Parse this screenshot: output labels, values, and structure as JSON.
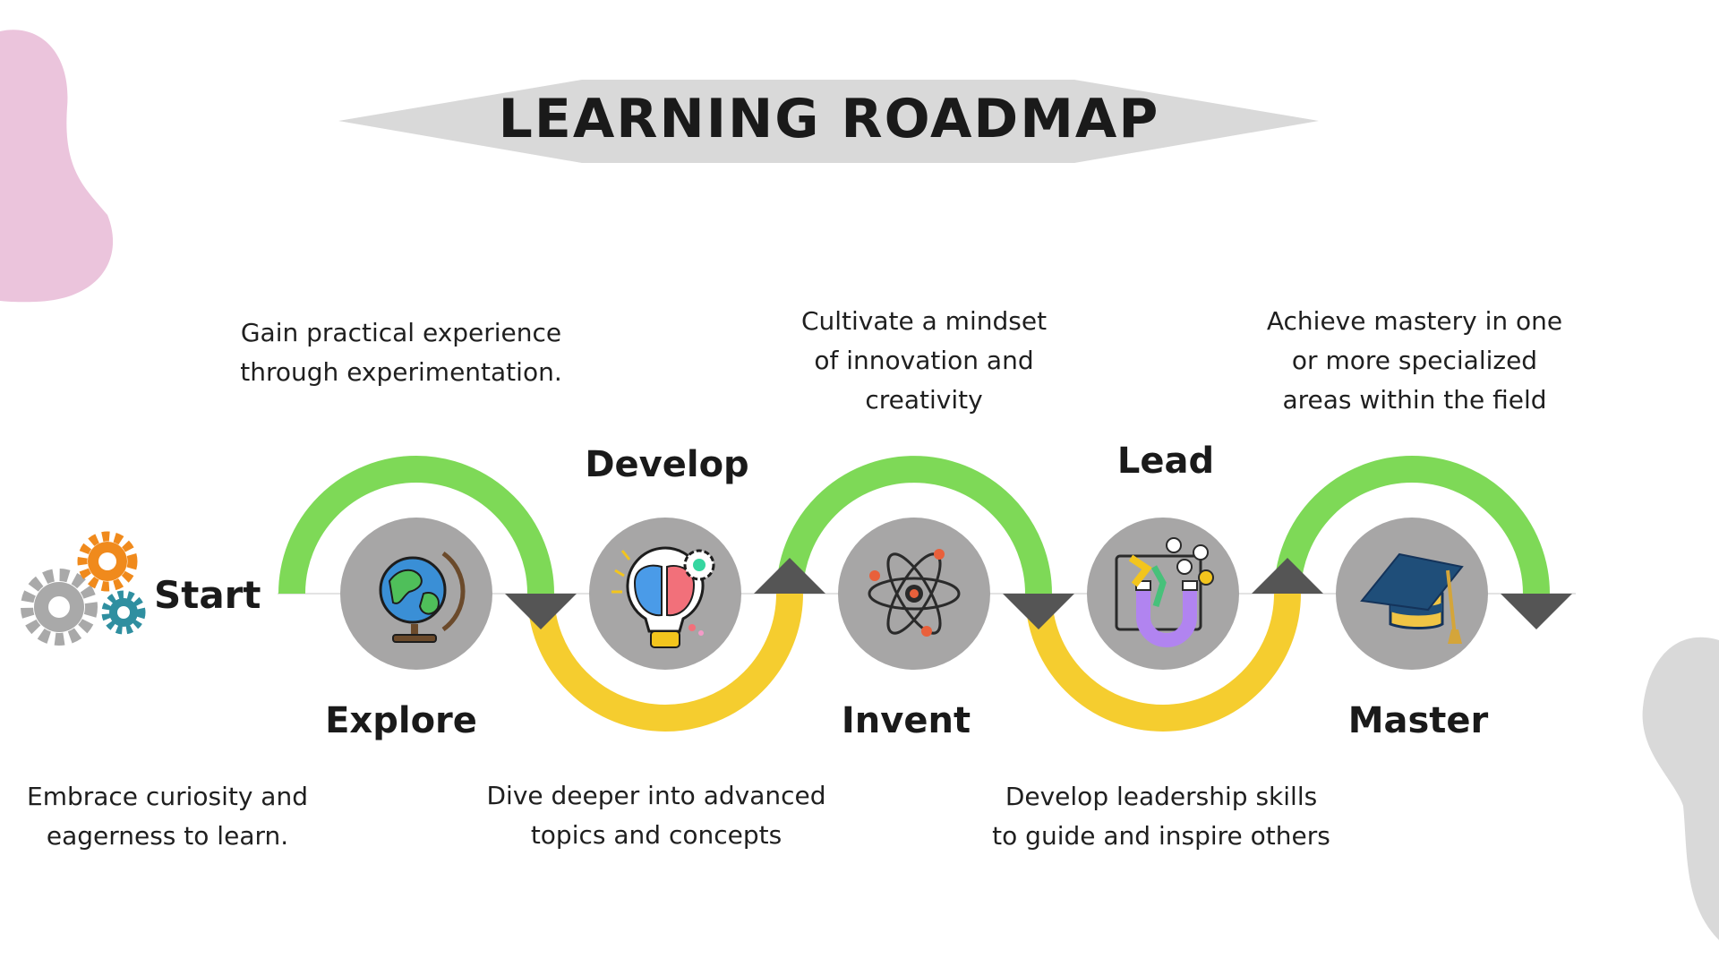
{
  "title": "LEARNING ROADMAP",
  "start": {
    "label": "Start",
    "icon": "gears-icon"
  },
  "colors": {
    "upper_arc": "#7ed957",
    "lower_arc": "#f5cd2f",
    "circle": "#a7a6a6",
    "arrow": "#555555",
    "banner": "#d9d9d9",
    "blob_pink": "#ebc4dc",
    "blob_gray": "#d9d9d9"
  },
  "stages": [
    {
      "label": "Explore",
      "icon": "globe-icon",
      "description": [
        "Embrace curiosity and",
        "eagerness to learn."
      ]
    },
    {
      "label": "Develop",
      "icon": "brain-lightbulb-icon",
      "description": [
        "Gain practical experience",
        "through experimentation."
      ]
    },
    {
      "label": "Invent",
      "icon": "atom-icon",
      "description": [
        "Dive deeper into advanced",
        "topics and concepts"
      ]
    },
    {
      "label": "Lead",
      "icon": "magnet-people-icon",
      "description": [
        "Cultivate a mindset",
        "of innovation and",
        "creativity"
      ]
    },
    {
      "label": "Master",
      "icon": "graduation-cap-icon",
      "description": [
        "Develop leadership skills",
        "to guide and inspire others"
      ]
    }
  ],
  "extra_description": [
    "Achieve mastery in one",
    "or more specialized",
    "areas within the field"
  ]
}
